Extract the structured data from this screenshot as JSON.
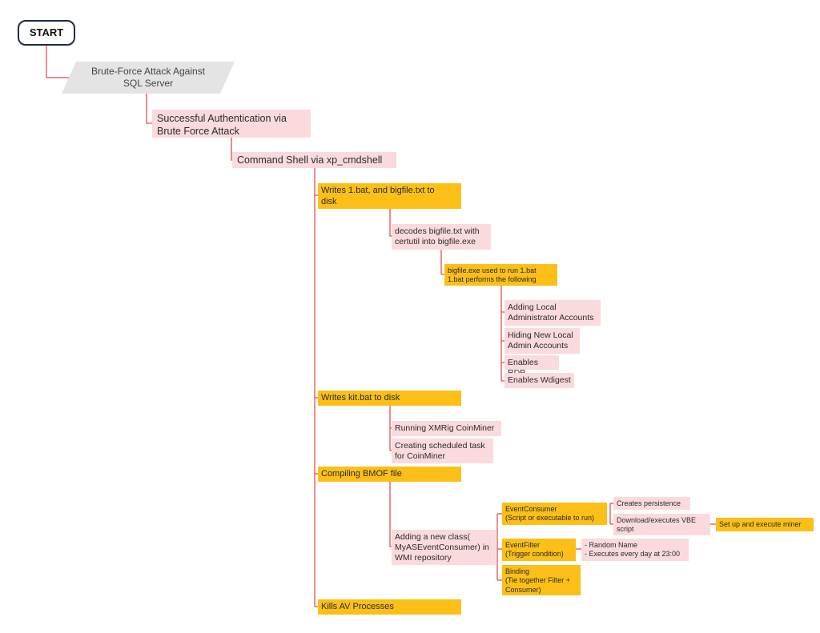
{
  "diagram": {
    "start": "START",
    "attack": "Brute-Force Attack Against\nSQL Server",
    "auth": "Successful Authentication via\nBrute Force Attack",
    "shell": "Command Shell via xp_cmdshell",
    "write_bat": "Writes 1.bat, and bigfile.txt to\ndisk",
    "decode": "decodes bigfile.txt with\ncertutil into bigfile.exe",
    "run_bat": "bigfile.exe used to run 1.bat\n1.bat performs the following",
    "add_admin": "Adding Local\nAdministrator Accounts",
    "hide_admin": "Hiding New Local\nAdmin Accounts",
    "rdp": "Enables RDP",
    "wdigest": "Enables Wdigest",
    "kit": "Writes kit.bat to disk",
    "xmrig": "Running XMRig CoinMiner",
    "sched": "Creating scheduled task\nfor CoinMiner",
    "bmof": "Compiling BMOF file",
    "wmi_class": "Adding a new class(\nMyASEventConsumer) in\nWMI repository",
    "consumer": "EventConsumer\n(Script or executable to run)",
    "persist": "Creates persistence",
    "download": "Download/executes VBE\nscript",
    "miner": "Set up and execute miner",
    "filter": "EventFilter\n(Trigger condition)",
    "random": "- Random Name\n- Executes every day at 23:00",
    "binding": "Binding\n(Tie together Filter +\nConsumer)",
    "kills": "Kills AV Processes"
  }
}
